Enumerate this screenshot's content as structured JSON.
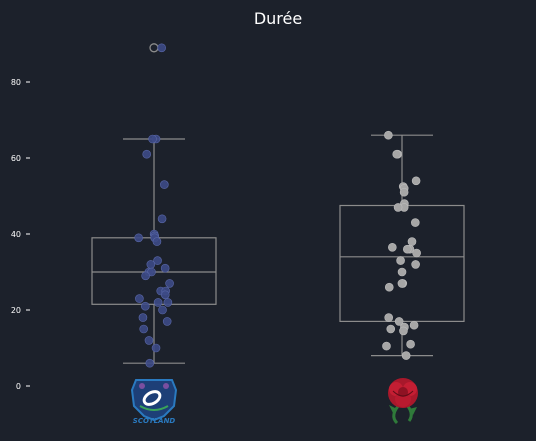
{
  "colors": {
    "background": "#1c212b",
    "text": "#ffffff",
    "box_line": "#8c8c8c",
    "scotland_point": "#3d4a86",
    "england_point": "#a6a6a6"
  },
  "icons": {
    "scotland_logo": "scotland-rugby-thistle-logo",
    "england_logo": "england-rugby-rose-logo"
  },
  "chart_data": {
    "type": "box",
    "title": "Durée",
    "xlabel": "",
    "ylabel": "",
    "ylim": [
      -3,
      95
    ],
    "yticks": [
      0,
      20,
      40,
      60,
      80
    ],
    "grid": false,
    "legend": "none",
    "categories": [
      "Scotland",
      "England"
    ],
    "category_labels_shown_as": "logos",
    "logo_text": {
      "scotland": "SCOTLAND"
    },
    "series": [
      {
        "box": {
          "whisker_low": 6,
          "q1": 21.5,
          "median": 30,
          "q3": 39,
          "whisker_high": 65
        },
        "outliers": [
          89
        ],
        "points": [
          89,
          65,
          65,
          61,
          53,
          44,
          40,
          39.5,
          39,
          39,
          38,
          33,
          32,
          31,
          30,
          30,
          29,
          27,
          25,
          25,
          24,
          23,
          22,
          22,
          21,
          20,
          18,
          17,
          15,
          12,
          10,
          6
        ]
      },
      {
        "box": {
          "whisker_low": 8,
          "q1": 17,
          "median": 34,
          "q3": 47.5,
          "whisker_high": 66
        },
        "outliers": [],
        "points": [
          66,
          61,
          61,
          54,
          52.5,
          52,
          51,
          48,
          47,
          47,
          43,
          38,
          36.5,
          36,
          36,
          35,
          33,
          32,
          30,
          27,
          27,
          26,
          18,
          17,
          16,
          15.5,
          15,
          14.5,
          11,
          10.5,
          8
        ]
      }
    ]
  }
}
